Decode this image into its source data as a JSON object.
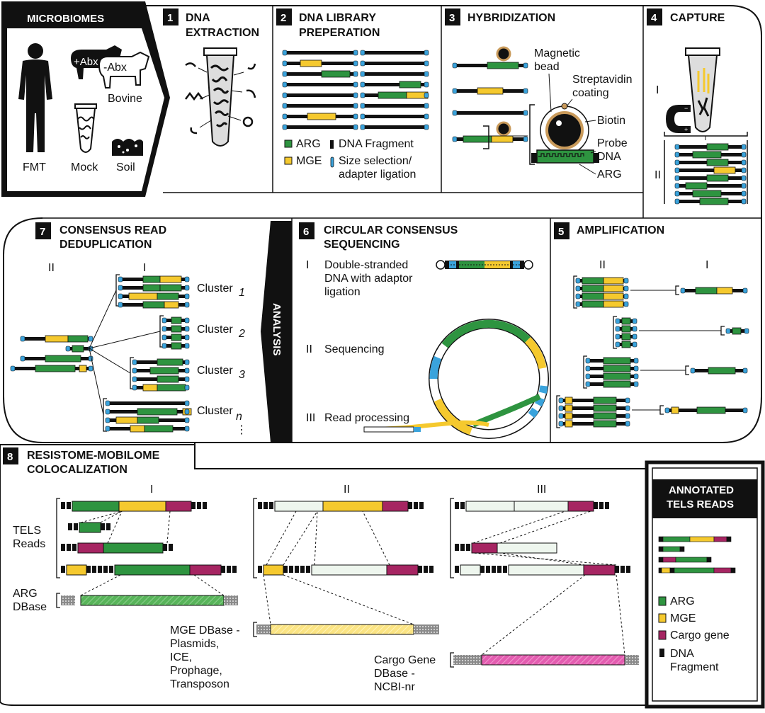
{
  "colors": {
    "arg": "#2e9440",
    "mge": "#f5c92e",
    "cargo": "#a62562",
    "black": "#111111",
    "adapter": "#3aa3dc",
    "pale": "#eef6ee",
    "argdb": "#58b45a",
    "mgedb": "#fbe484",
    "cargodb": "#e35db0"
  },
  "panels": {
    "microbiomes": {
      "title": "MICROBIOMES",
      "labels": {
        "fmt": "FMT",
        "mock": "Mock",
        "soil": "Soil",
        "bovine": "Bovine",
        "plus_abx": "+Abx",
        "minus_abx": "-Abx"
      }
    },
    "p1": {
      "num": "1",
      "title1": "DNA",
      "title2": "EXTRACTION"
    },
    "p2": {
      "num": "2",
      "title1": "DNA LIBRARY",
      "title2": "PREPERATION",
      "legend": {
        "arg": "ARG",
        "mge": "MGE",
        "frag": "DNA Fragment",
        "size1": "Size selection/",
        "size2": "adapter ligation"
      }
    },
    "p3": {
      "num": "3",
      "title": "HYBRIDIZATION",
      "labels": {
        "bead1": "Magnetic",
        "bead2": "bead",
        "strep1": "Streptavidin",
        "strep2": "coating",
        "biotin": "Biotin",
        "probe1": "Probe",
        "probe2": "DNA",
        "arg": "ARG"
      }
    },
    "p4": {
      "num": "4",
      "title": "CAPTURE",
      "i": "I",
      "ii": "II"
    },
    "p5": {
      "num": "5",
      "title": "AMPLIFICATION",
      "i": "I",
      "ii": "II"
    },
    "p6": {
      "num": "6",
      "title1": "CIRCULAR CONSENSUS",
      "title2": "SEQUENCING",
      "steps": [
        {
          "roman": "I",
          "l1": "Double-stranded",
          "l2": "DNA with adaptor",
          "l3": "ligation"
        },
        {
          "roman": "II",
          "l1": "Sequencing"
        },
        {
          "roman": "III",
          "l1": "Read processing"
        }
      ]
    },
    "analysis": "ANALYSIS",
    "p7": {
      "num": "7",
      "title1": "CONSENSUS READ",
      "title2": "DEDUPLICATION",
      "i": "I",
      "ii": "II",
      "cluster": "Cluster",
      "subs": [
        "1",
        "2",
        "3",
        "n"
      ]
    },
    "p8": {
      "num": "8",
      "title1": "RESISTOME-MOBILOME",
      "title2": "COLOCALIZATION",
      "cols": [
        "I",
        "II",
        "III"
      ],
      "tels1": "TELS",
      "tels2": "Reads",
      "argdb1": "ARG",
      "argdb2": "DBase",
      "mgedb": [
        "MGE DBase -",
        "Plasmids,",
        "ICE,",
        "Prophage,",
        "Transposon"
      ],
      "cargodb": [
        "Cargo Gene",
        "DBase -",
        "NCBI-nr"
      ]
    },
    "annotated": {
      "title1": "ANNOTATED",
      "title2": "TELS READS",
      "legend": {
        "arg": "ARG",
        "mge": "MGE",
        "cargo": "Cargo gene",
        "frag1": "DNA",
        "frag2": "Fragment"
      }
    }
  }
}
